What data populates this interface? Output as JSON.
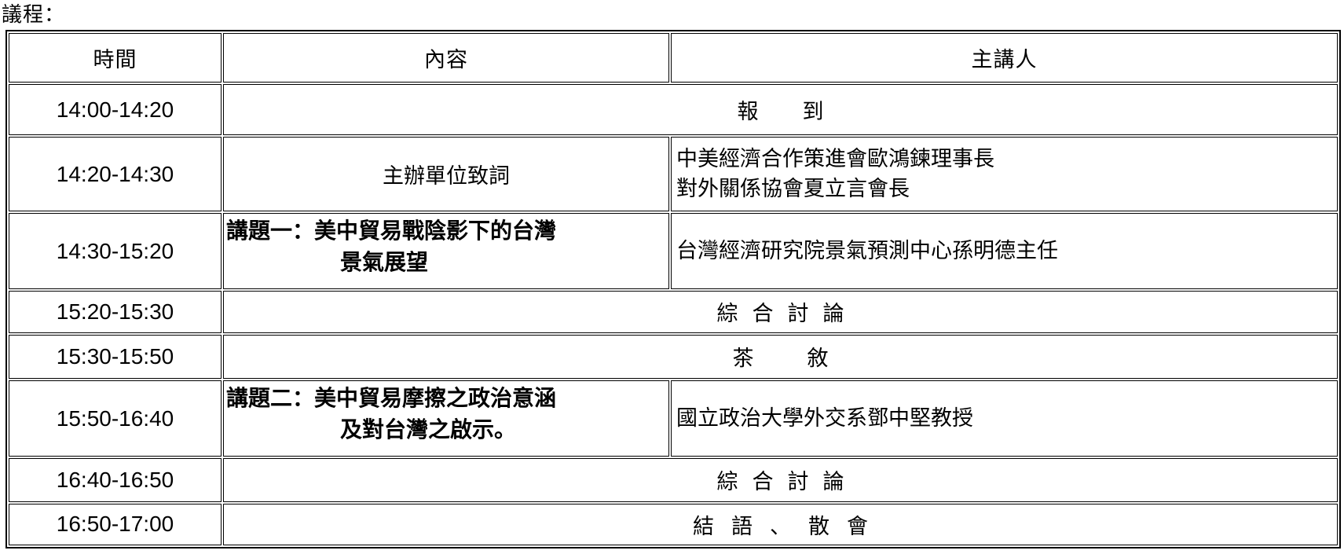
{
  "title": "議程：",
  "headers": {
    "time": "時間",
    "content": "內容",
    "speaker": "主講人"
  },
  "rows": [
    {
      "time": "14:00-14:20",
      "content": "報到"
    },
    {
      "time": "14:20-14:30",
      "content": "主辦單位致詞",
      "speaker_lines": [
        "中美經濟合作策進會歐鴻鍊理事長",
        "對外關係協會夏立言會長"
      ]
    },
    {
      "time": "14:30-15:20",
      "content_lines": [
        "講題一：美中貿易戰陰影下的台灣",
        "景氣展望"
      ],
      "speaker": "台灣經濟研究院景氣預測中心孫明德主任"
    },
    {
      "time": "15:20-15:30",
      "content": "綜合討論"
    },
    {
      "time": "15:30-15:50",
      "content": "茶敘"
    },
    {
      "time": "15:50-16:40",
      "content_lines": [
        "講題二：美中貿易摩擦之政治意涵",
        "及對台灣之啟示。"
      ],
      "speaker": "國立政治大學外交系鄧中堅教授"
    },
    {
      "time": "16:40-16:50",
      "content": "綜合討論"
    },
    {
      "time": "16:50-17:00",
      "content": "結語、散會"
    }
  ]
}
